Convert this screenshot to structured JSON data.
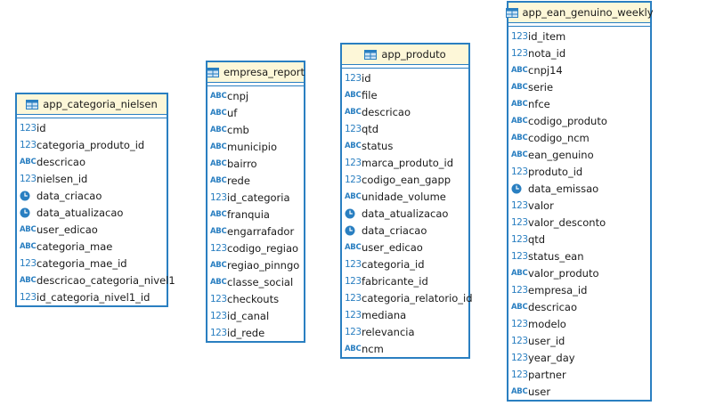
{
  "tables": [
    {
      "name": "app_categoria_nielsen",
      "columns": [
        {
          "label": "id",
          "type": "123"
        },
        {
          "label": "categoria_produto_id",
          "type": "123"
        },
        {
          "label": "descricao",
          "type": "ABC"
        },
        {
          "label": "nielsen_id",
          "type": "123"
        },
        {
          "label": "data_criacao",
          "type": "clock"
        },
        {
          "label": "data_atualizacao",
          "type": "clock"
        },
        {
          "label": "user_edicao",
          "type": "ABC"
        },
        {
          "label": "categoria_mae",
          "type": "ABC"
        },
        {
          "label": "categoria_mae_id",
          "type": "123"
        },
        {
          "label": "descricao_categoria_nivel1",
          "type": "ABC"
        },
        {
          "label": "id_categoria_nivel1_id",
          "type": "123"
        }
      ]
    },
    {
      "name": "empresa_report",
      "columns": [
        {
          "label": "cnpj",
          "type": "ABC"
        },
        {
          "label": "uf",
          "type": "ABC"
        },
        {
          "label": "cmb",
          "type": "ABC"
        },
        {
          "label": "municipio",
          "type": "ABC"
        },
        {
          "label": "bairro",
          "type": "ABC"
        },
        {
          "label": "rede",
          "type": "ABC"
        },
        {
          "label": "id_categoria",
          "type": "123"
        },
        {
          "label": "franquia",
          "type": "ABC"
        },
        {
          "label": "engarrafador",
          "type": "ABC"
        },
        {
          "label": "codigo_regiao",
          "type": "123"
        },
        {
          "label": "regiao_pinngo",
          "type": "ABC"
        },
        {
          "label": "classe_social",
          "type": "ABC"
        },
        {
          "label": "checkouts",
          "type": "123"
        },
        {
          "label": "id_canal",
          "type": "123"
        },
        {
          "label": "id_rede",
          "type": "123"
        }
      ]
    },
    {
      "name": "app_produto",
      "columns": [
        {
          "label": "id",
          "type": "123"
        },
        {
          "label": "file",
          "type": "ABC"
        },
        {
          "label": "descricao",
          "type": "ABC"
        },
        {
          "label": "qtd",
          "type": "123"
        },
        {
          "label": "status",
          "type": "ABC"
        },
        {
          "label": "marca_produto_id",
          "type": "123"
        },
        {
          "label": "codigo_ean_gapp",
          "type": "123"
        },
        {
          "label": "unidade_volume",
          "type": "ABC"
        },
        {
          "label": "data_atualizacao",
          "type": "clock"
        },
        {
          "label": "data_criacao",
          "type": "clock"
        },
        {
          "label": "user_edicao",
          "type": "ABC"
        },
        {
          "label": "categoria_id",
          "type": "123"
        },
        {
          "label": "fabricante_id",
          "type": "123"
        },
        {
          "label": "categoria_relatorio_id",
          "type": "123"
        },
        {
          "label": "mediana",
          "type": "123"
        },
        {
          "label": "relevancia",
          "type": "123"
        },
        {
          "label": "ncm",
          "type": "ABC"
        }
      ]
    },
    {
      "name": "app_ean_genuino_weekly",
      "columns": [
        {
          "label": "id_item",
          "type": "123"
        },
        {
          "label": "nota_id",
          "type": "123"
        },
        {
          "label": "cnpj14",
          "type": "ABC"
        },
        {
          "label": "serie",
          "type": "ABC"
        },
        {
          "label": "nfce",
          "type": "ABC"
        },
        {
          "label": "codigo_produto",
          "type": "ABC"
        },
        {
          "label": "codigo_ncm",
          "type": "ABC"
        },
        {
          "label": "ean_genuino",
          "type": "ABC"
        },
        {
          "label": "produto_id",
          "type": "123"
        },
        {
          "label": "data_emissao",
          "type": "clock"
        },
        {
          "label": "valor",
          "type": "123"
        },
        {
          "label": "valor_desconto",
          "type": "123"
        },
        {
          "label": "qtd",
          "type": "123"
        },
        {
          "label": "status_ean",
          "type": "123"
        },
        {
          "label": "valor_produto",
          "type": "ABC"
        },
        {
          "label": "empresa_id",
          "type": "123"
        },
        {
          "label": "descricao",
          "type": "ABC"
        },
        {
          "label": "modelo",
          "type": "123"
        },
        {
          "label": "user_id",
          "type": "123"
        },
        {
          "label": "year_day",
          "type": "123"
        },
        {
          "label": "partner",
          "type": "123"
        },
        {
          "label": "user",
          "type": "ABC"
        }
      ]
    }
  ],
  "colors": {
    "border": "#2a7fc1",
    "header_bg": "#fdf7d8",
    "icon": "#2a7fc1"
  },
  "icons": {
    "table": "table-grid-icon",
    "number": "123",
    "text": "ABC",
    "date": "clock-icon"
  }
}
